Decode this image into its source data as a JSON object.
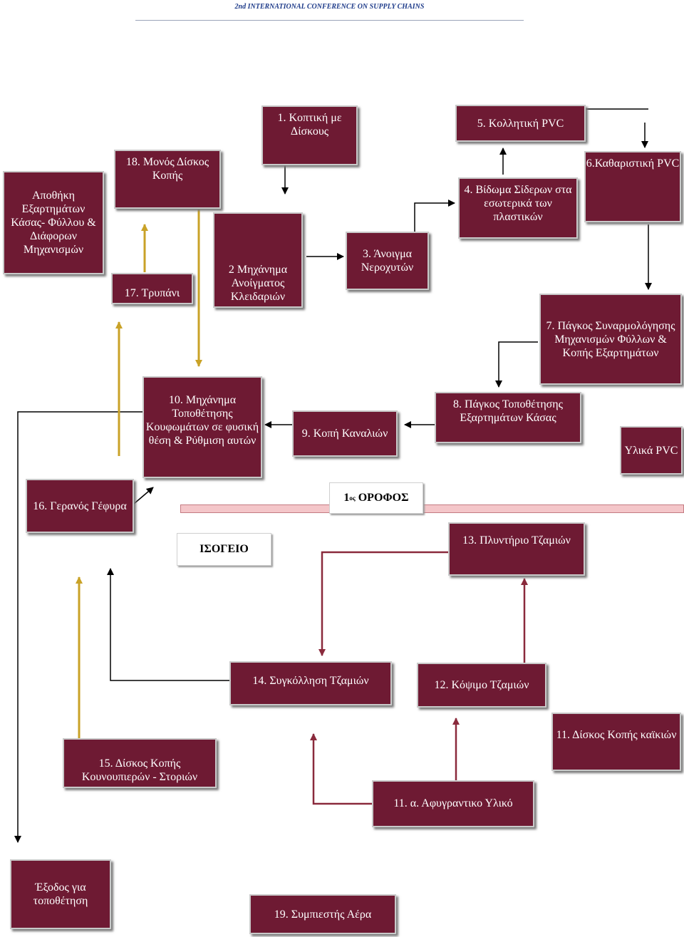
{
  "header": {
    "title": "2nd INTERNATIONAL CONFERENCE ON SUPPLY CHAINS"
  },
  "boxes": {
    "storage": "Αποθήκη Εξαρτημάτων Κάσας- Φύλλου & Διάφορων Μηχανισμών",
    "b18": "18. Μονός Δίσκος Κοπής",
    "b17": "17. Τρυπάνι",
    "b1": "1. Κοπτική με Δίσκους",
    "b2": "2 Μηχάνημα Ανοίγματος Κλειδαριών",
    "b3": "3. Άνοιγμα Νεροχυτών",
    "b4": "4. Βίδωμα Σίδερων στα εσωτερικά των πλαστικών",
    "b5": "5. Κολλητική PVC",
    "b6": "6.Καθαριστική PVC",
    "b7": "7. Πάγκος Συναρμολόγησης Μηχανισμών Φύλλων & Κοπής Εξαρτημάτων",
    "b8": "8. Πάγκος Τοποθέτησης Εξαρτημάτων Κάσας",
    "b9": "9. Κοπή Καναλιών",
    "b10": "10. Μηχάνημα Τοποθέτησης Κουφωμάτων σε φυσική θέση & Ρύθμιση αυτών",
    "pvc": "Υλικά PVC",
    "b16": "16. Γερανός Γέφυρα",
    "b13": "13. Πλυντήριο Τζαμιών",
    "b14": "14. Συγκόλληση Τζαμιών",
    "b12": "12. Κόψιμο Τζαμιών",
    "b11": "11. Δίσκος Κοπής καϊκιών",
    "b15": "15. Δίσκος Κοπής Κουνουπιερών - Στοριών",
    "b11a": "11. α. Αφυγραντικο Υλικό",
    "exit": "Έξοδος για τοποθέτηση",
    "b19": "19. Συμπιεστής Αέρα"
  },
  "labels": {
    "floor_num": "1",
    "floor_sup": "ος",
    "floor_word": "ΟΡΟΦΟΣ",
    "ground": "ΙΣΟΓΕΙΟ"
  },
  "colors": {
    "box_fill": "#6e1a33",
    "arrow_black": "#000000",
    "arrow_gold": "#c9a227",
    "arrow_maroon": "#8a2a3c",
    "floor_band": "#f4c6c9"
  }
}
